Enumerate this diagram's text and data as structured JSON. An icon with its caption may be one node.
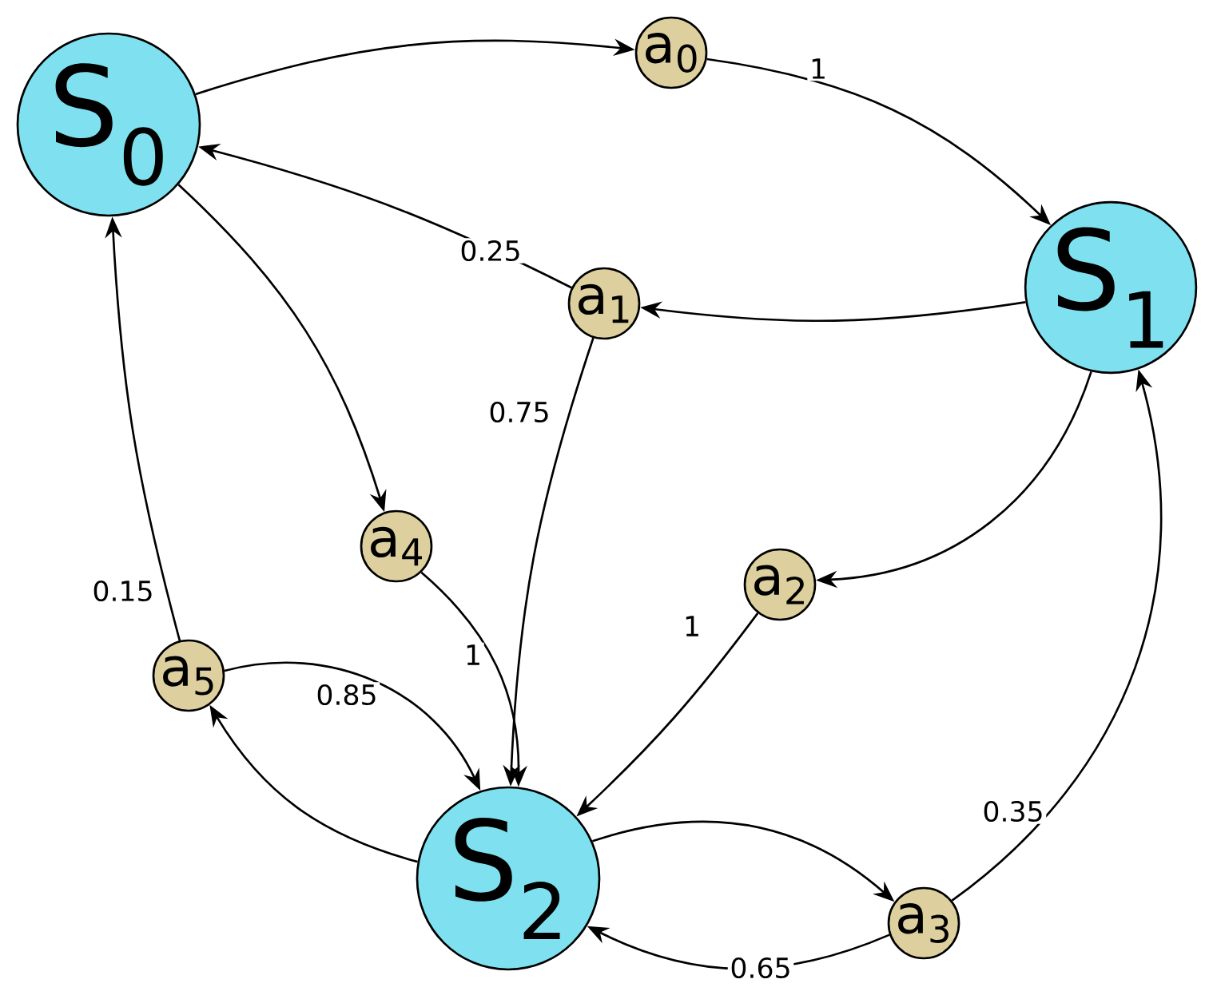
{
  "diagram": {
    "nodes": [
      {
        "text": [
          "S$_{0}$"
        ]
      },
      {
        "text": [
          "a$_{0}$"
        ]
      },
      {
        "text": [
          "S$_{1}$"
        ]
      },
      {
        "text": [
          "a$_{1}$"
        ]
      },
      {
        "text": [
          "a$_{4}$"
        ]
      },
      {
        "text": [
          "a$_{2}$"
        ]
      },
      {
        "text": [
          "a$_{5}$"
        ]
      },
      {
        "text": [
          "S$_{2}$"
        ]
      },
      {
        "text": [
          "a$_{3}$"
        ]
      }
    ],
    "edges": [
      {
        "from": 0,
        "to": 1,
        "arrow": "to"
      },
      {
        "from": 1,
        "to": 2,
        "arrow": "to",
        "label": "1"
      },
      {
        "from": 2,
        "to": 3,
        "arrow": "to"
      },
      {
        "from": 3,
        "to": 0,
        "arrow": "to",
        "label": "0.25"
      },
      {
        "from": 3,
        "to": 7,
        "arrow": "to",
        "label": "0.75"
      },
      {
        "from": 0,
        "to": 4,
        "arrow": "to"
      },
      {
        "from": 4,
        "to": 7,
        "arrow": "to",
        "label": "1"
      },
      {
        "from": 2,
        "to": 5,
        "arrow": "to"
      },
      {
        "from": 5,
        "to": 7,
        "arrow": "to",
        "label": "1"
      },
      {
        "from": 7,
        "to": 8,
        "arrow": "to"
      },
      {
        "from": 8,
        "to": 7,
        "arrow": "to",
        "label": "0.65"
      },
      {
        "from": 8,
        "to": 2,
        "arrow": "to",
        "label": "0.35"
      },
      {
        "from": 7,
        "to": 6,
        "arrow": "to"
      },
      {
        "from": 6,
        "to": 0,
        "arrow": "to",
        "label": "0.15"
      },
      {
        "from": 6,
        "to": 7,
        "arrow": "to",
        "label": "0.85"
      }
    ]
  }
}
